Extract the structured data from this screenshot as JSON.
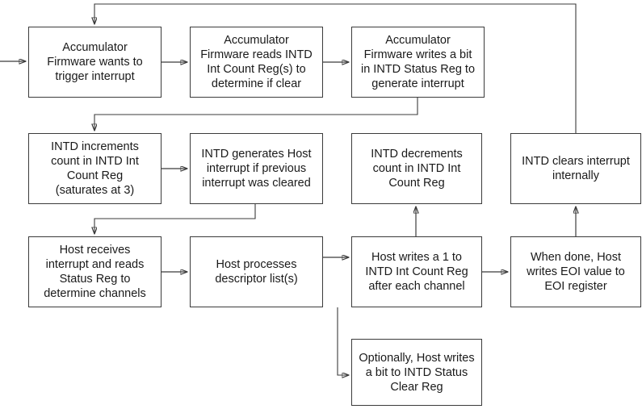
{
  "diagram": {
    "title": "INTD interrupt handshake flowchart",
    "line_color": "#3b3b3b",
    "box_fill": "#ffffff",
    "text_color": "#1a1a1a",
    "nodes": [
      {
        "id": "fw_wants",
        "label": "Accumulator\nFirmware wants to\ntrigger interrupt"
      },
      {
        "id": "fw_reads",
        "label": "Accumulator\nFirmware reads INTD\nInt Count Reg(s) to\ndetermine if clear"
      },
      {
        "id": "fw_writes",
        "label": "Accumulator\nFirmware writes a bit\nin INTD Status Reg to\ngenerate interrupt"
      },
      {
        "id": "intd_inc",
        "label": "INTD increments\ncount in INTD Int\nCount Reg\n(saturates at 3)"
      },
      {
        "id": "intd_gen",
        "label": "INTD generates Host\ninterrupt if previous\ninterrupt was cleared"
      },
      {
        "id": "intd_dec",
        "label": "INTD decrements\ncount in INTD Int\nCount Reg"
      },
      {
        "id": "intd_clear",
        "label": "INTD clears interrupt\ninternally"
      },
      {
        "id": "host_recv",
        "label": "Host receives\ninterrupt and reads\nStatus Reg to\ndetermine channels"
      },
      {
        "id": "host_proc",
        "label": "Host processes\ndescriptor list(s)"
      },
      {
        "id": "host_writes_1",
        "label": "Host writes a 1 to\nINTD Int Count Reg\nafter each channel"
      },
      {
        "id": "host_eoi",
        "label": "When done, Host\nwrites EOI value to\nEOI register"
      },
      {
        "id": "host_opt",
        "label": "Optionally, Host writes\na bit to INTD Status\nClear Reg"
      }
    ],
    "edges": [
      {
        "from": "external-left",
        "to": "fw_wants",
        "kind": "arrow"
      },
      {
        "from": "fw_wants",
        "to": "fw_reads",
        "kind": "arrow"
      },
      {
        "from": "fw_reads",
        "to": "fw_writes",
        "kind": "arrow"
      },
      {
        "from": "fw_writes",
        "to": "intd_inc",
        "kind": "arrow"
      },
      {
        "from": "intd_inc",
        "to": "intd_gen",
        "kind": "arrow"
      },
      {
        "from": "intd_gen",
        "to": "host_recv",
        "kind": "arrow"
      },
      {
        "from": "host_recv",
        "to": "host_proc",
        "kind": "arrow"
      },
      {
        "from": "host_proc",
        "to": "host_writes_1",
        "kind": "arrow"
      },
      {
        "from": "host_proc",
        "to": "host_opt",
        "kind": "arrow"
      },
      {
        "from": "host_writes_1",
        "to": "intd_dec",
        "kind": "arrow"
      },
      {
        "from": "host_writes_1",
        "to": "host_eoi",
        "kind": "arrow"
      },
      {
        "from": "host_eoi",
        "to": "intd_clear",
        "kind": "arrow"
      },
      {
        "from": "intd_clear",
        "to": "fw_wants",
        "kind": "arrow-feedback"
      }
    ]
  }
}
